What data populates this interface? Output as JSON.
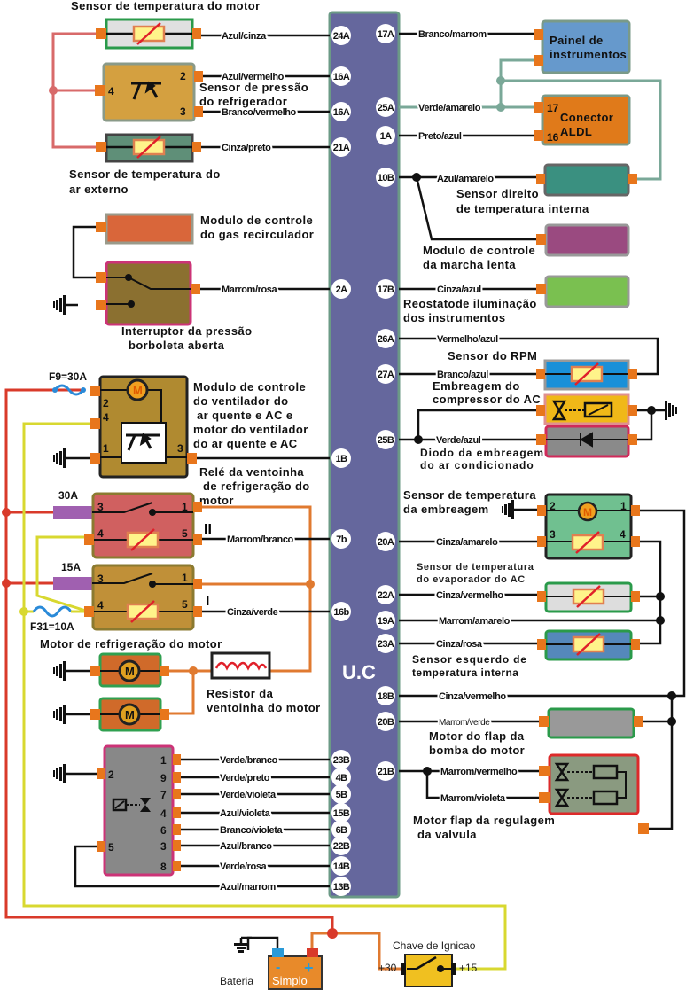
{
  "ecu": {
    "label": "U.C",
    "color": "#65679d",
    "left_pins": [
      "24A",
      "16A",
      "16A",
      "21A",
      "2A",
      "1B",
      "7b",
      "16b",
      "23B",
      "4B",
      "5B",
      "15B",
      "6B",
      "22B",
      "14B",
      "13B"
    ],
    "right_pins": [
      "17A",
      "25A",
      "1A",
      "10B",
      "17B",
      "26A",
      "27A",
      "25B",
      "20A",
      "22A",
      "19A",
      "23A",
      "18B",
      "20B",
      "21B"
    ]
  },
  "left": {
    "engine_temp_sensor": {
      "title": "Sensor de temperatura do motor",
      "wire": "Azul/cinza"
    },
    "refrigerant_pressure_sensor": {
      "title": [
        "Sensor de pressão",
        "do refrigerador"
      ],
      "pins": [
        "2",
        "4",
        "3"
      ],
      "wires": [
        "Azul/vermelho",
        "Branco/vermelho"
      ]
    },
    "outside_air_temp_sensor": {
      "title": [
        "Sensor de temperatura do",
        "ar externo"
      ],
      "wire": "Cinza/preto"
    },
    "egr_module": {
      "title": [
        "Modulo de controle",
        "do gas recirculador"
      ]
    },
    "throttle_switch": {
      "title": [
        "Interruptor da pressão",
        "borboleta aberta"
      ],
      "wire": "Marrom/rosa"
    },
    "blower_module": {
      "title": [
        "Modulo de controle",
        "do ventilador do",
        "ar quente e AC e",
        "motor do ventilador",
        "do ar quente e AC"
      ],
      "fuse": "F9=30A",
      "pins": [
        "2",
        "4",
        "1",
        "3"
      ],
      "motor_symbol": "M"
    },
    "fan_relay": {
      "title": [
        "Relé da ventoinha",
        "de refrigeração do",
        "motor"
      ]
    },
    "relay_high": {
      "fuse": "30A",
      "pins": [
        "3",
        "1",
        "4",
        "5"
      ],
      "speed": "II",
      "wire": "Marrom/branco"
    },
    "relay_low": {
      "fuse": "15A",
      "pins": [
        "3",
        "1",
        "4",
        "5"
      ],
      "speed": "I",
      "wire": "Cinza/verde",
      "fuse2": "F31=10A"
    },
    "cooling_fan_motor": {
      "title": "Motor de refrigeração do motor",
      "motor_symbol": "M"
    },
    "fan_resistor": {
      "title": [
        "Resistor da",
        "ventoinha do motor"
      ]
    },
    "valve_module": {
      "pins": [
        {
          "pin": "1",
          "wire": "Verde/branco"
        },
        {
          "pin": "9",
          "wire": "Verde/preto"
        },
        {
          "pin": "7",
          "wire": "Verde/violeta"
        },
        {
          "pin": "4",
          "wire": "Azul/violeta"
        },
        {
          "pin": "6",
          "wire": "Branco/violeta"
        },
        {
          "pin": "3",
          "wire": "Azul/branco"
        },
        {
          "pin": "8",
          "wire": "Verde/rosa"
        }
      ],
      "left_pins": [
        "2",
        "5"
      ],
      "return_wire": "Azul/marrom"
    }
  },
  "right": {
    "instrument_panel": {
      "title": [
        "Painel de",
        "instrumentos"
      ],
      "wire": "Branco/marrom"
    },
    "aldl": {
      "title": [
        "Conector",
        "ALDL"
      ],
      "pins": [
        "17",
        "16"
      ],
      "wires": [
        "Verde/amarelo",
        "Preto/azul"
      ]
    },
    "right_temp_sensor": {
      "title": [
        "Sensor direito",
        "de temperatura interna"
      ],
      "wire": "Azul/amarelo"
    },
    "idle_module": {
      "title": [
        "Modulo de controle",
        "da marcha lenta"
      ]
    },
    "dimmer": {
      "title": [
        "Reostatode iluminação",
        "dos instrumentos"
      ],
      "wire": "Cinza/azul"
    },
    "rpm_sensor": {
      "title": "Sensor do RPM",
      "wires": [
        "Vermelho/azul",
        "Branco/azul"
      ]
    },
    "ac_clutch": {
      "title": [
        "Embreagem do",
        "compressor do AC"
      ]
    },
    "ac_diode": {
      "title": [
        "Diodo da embreagem",
        "do ar condicionado"
      ],
      "wire": "Verde/azul"
    },
    "clutch_temp_sensor": {
      "title": [
        "Sensor de temperatura",
        "da embreagem"
      ],
      "pins": [
        "2",
        "1",
        "3",
        "4"
      ],
      "wire": "Cinza/amarelo",
      "motor_symbol": "M"
    },
    "evaporator_sensor": {
      "title": [
        "Sensor de temperatura",
        "do evaporador do AC"
      ],
      "wire": "Cinza/vermelho"
    },
    "ground_wire": "Marrom/amarelo",
    "left_temp_sensor": {
      "title": [
        "Sensor esquerdo de",
        "temperatura interna"
      ],
      "wire": "Cinza/rosa"
    },
    "ground_wire_18b": "Cinza/vermelho",
    "pump_flap_motor": {
      "title": [
        "Motor do flap da",
        "bomba do motor"
      ],
      "wire": "Marrom/verde"
    },
    "valve_flap_motor": {
      "title": [
        "Motor flap da regulagem",
        "da valvula"
      ],
      "wires": [
        "Marrom/vermelho",
        "Marrom/violeta"
      ]
    }
  },
  "power": {
    "battery": {
      "label": "Bateria",
      "brand": "Simplo",
      "minus": "-",
      "plus": "+"
    },
    "ignition": {
      "label": "Chave de Ignicao",
      "t30": "+30",
      "t15": "+15"
    }
  },
  "colors": {
    "wire": "#111111",
    "battery_feed": "#d93a2a",
    "ignition_feed": "#d8d830",
    "fan_feed": "#e07a30",
    "diag_line": "#7aa898",
    "connector": "#e8761c",
    "sensor_bus": "#d86a6a"
  }
}
